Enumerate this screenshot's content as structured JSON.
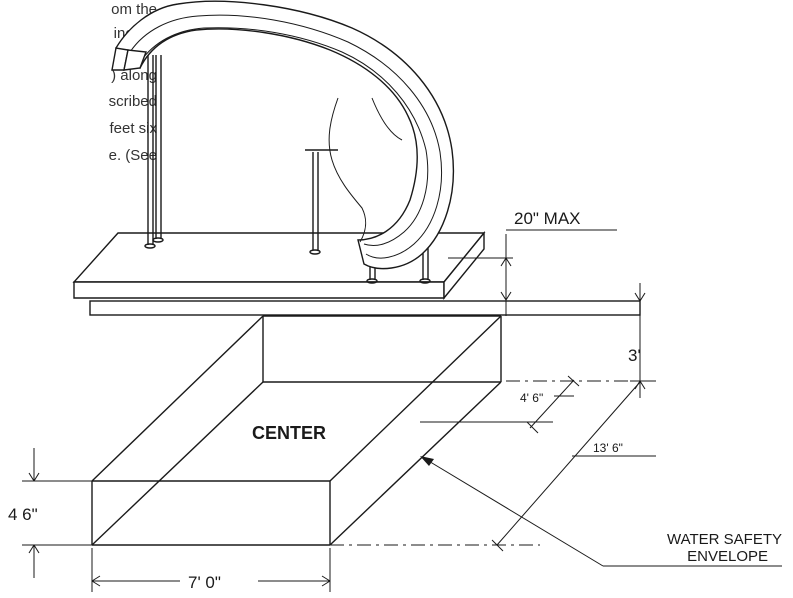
{
  "paragraph_fragment": [
    "om the",
    "inches",
    ") along",
    "scribed",
    "feet six",
    "e. (See"
  ],
  "dimensions": {
    "max_height": "20\" MAX",
    "vertical_clearance": "3'",
    "forward_extent": "4' 6\"",
    "envelope_length": "13' 6\"",
    "depth": "4 6\"",
    "width": "7' 0\""
  },
  "labels": {
    "center": "CENTER",
    "envelope_line1": "WATER SAFETY",
    "envelope_line2": "ENVELOPE"
  }
}
